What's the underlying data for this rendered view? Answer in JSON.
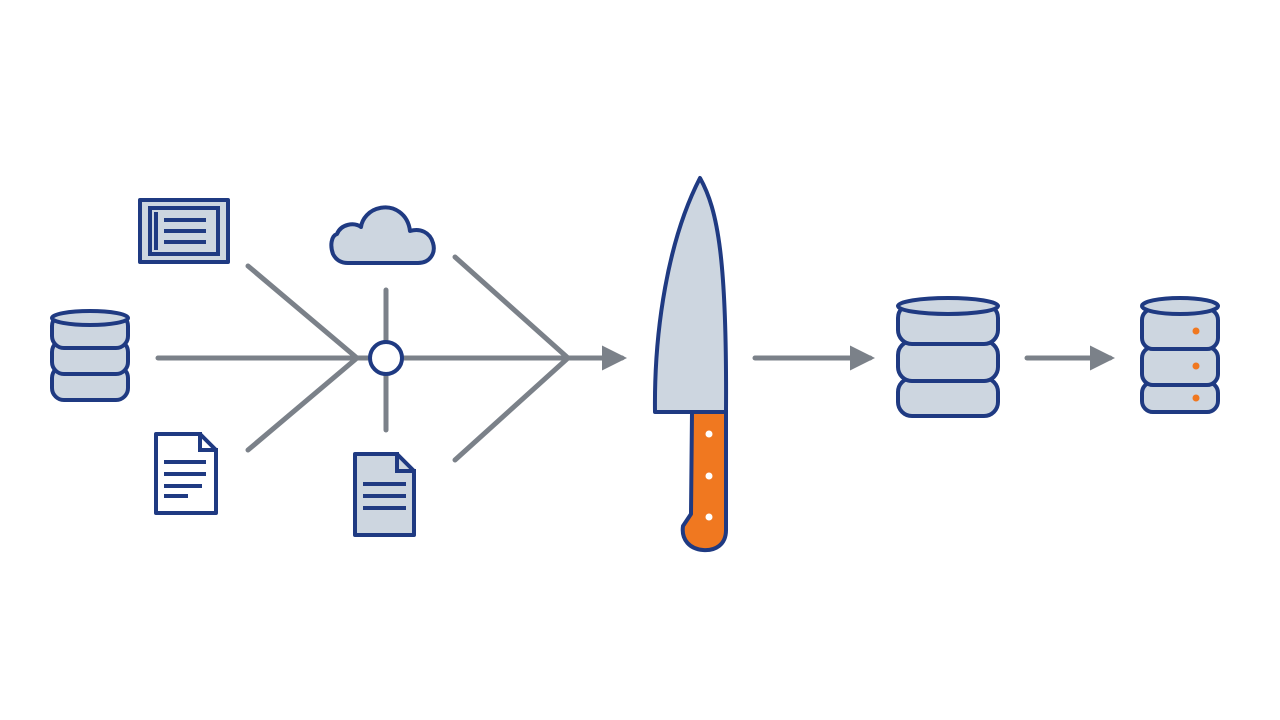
{
  "colors": {
    "background": "#ffffff",
    "outline": "#1f3a82",
    "fill": "#cdd6e0",
    "connector": "#7b8189",
    "accent": "#f07820",
    "handle_rivet": "#ffffff"
  },
  "icons": {
    "source_database": "database-icon",
    "web_page": "web-page-icon",
    "source_document": "document-icon",
    "cloud": "cloud-icon",
    "staged_document": "document-icon",
    "merge_node": "merge-node-icon",
    "knife": "knife-icon",
    "processed_database": "database-stack-icon",
    "target_database": "server-database-icon"
  },
  "flow": {
    "stages": [
      "sources",
      "merge",
      "cut",
      "store",
      "serve"
    ]
  }
}
